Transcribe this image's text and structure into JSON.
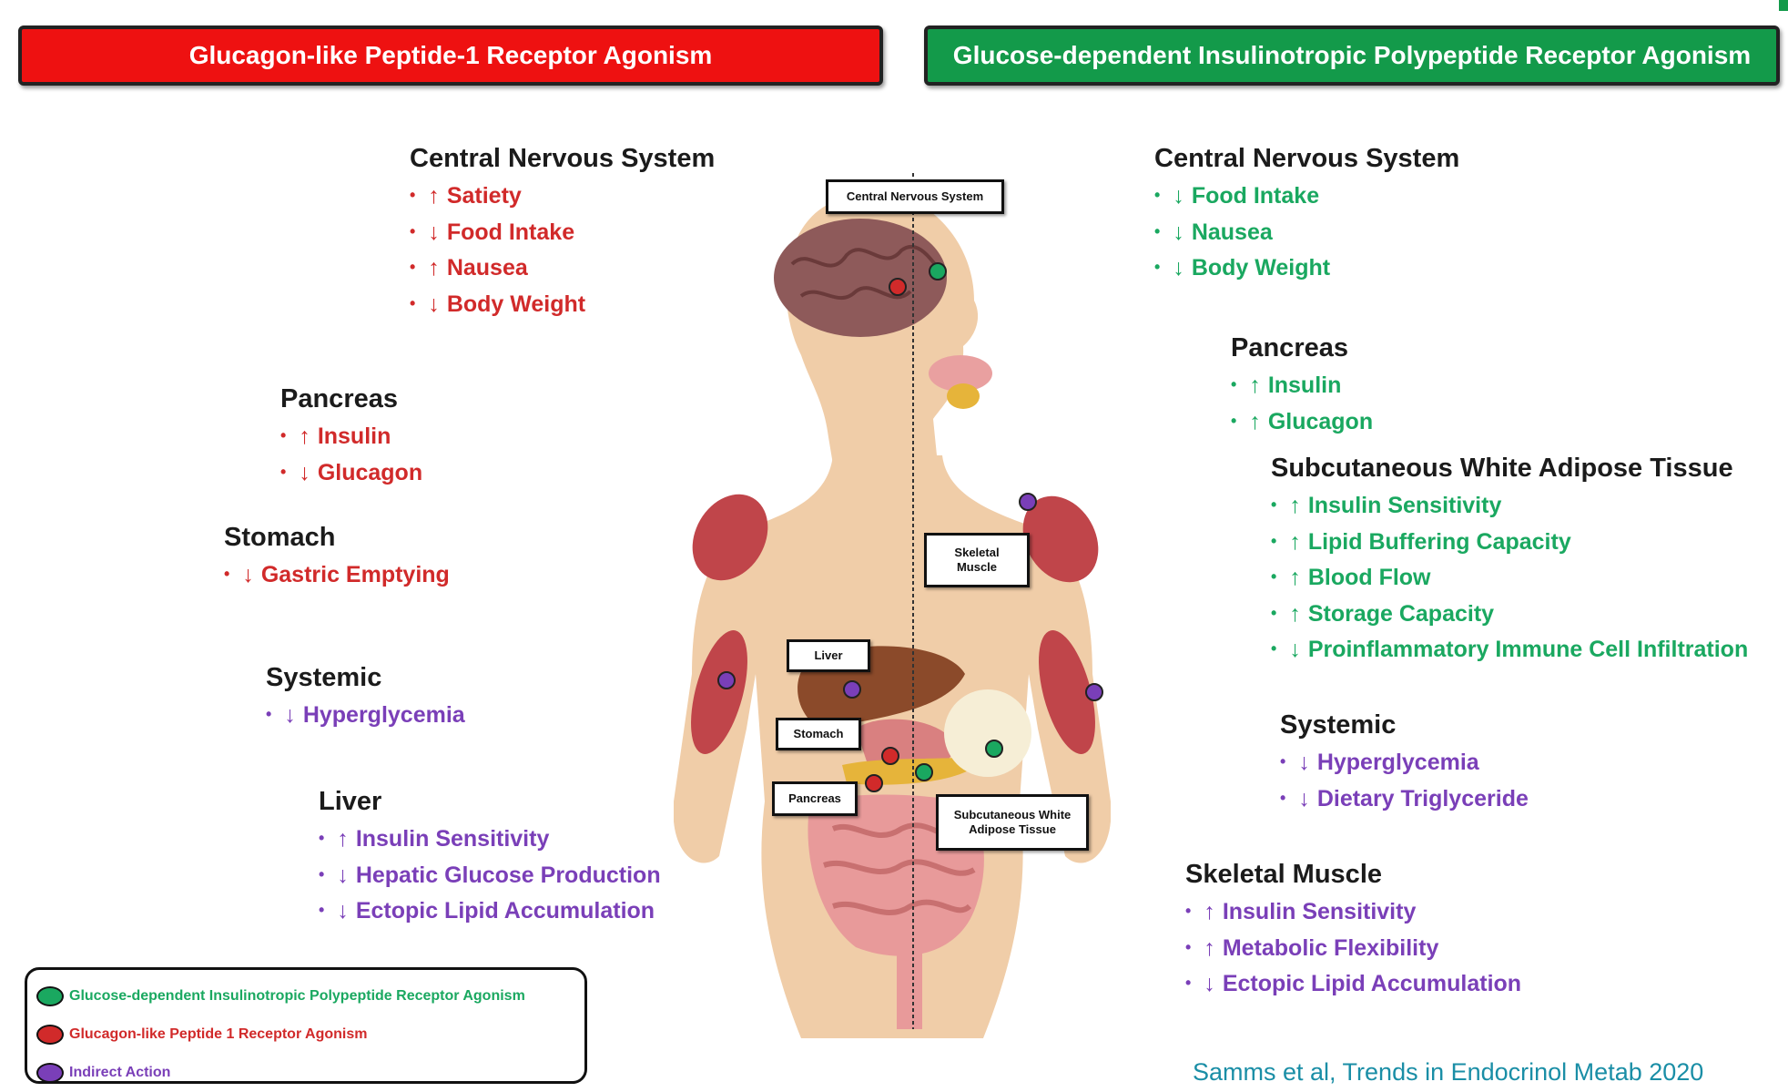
{
  "headers": {
    "left": "Glucagon-like Peptide-1 Receptor Agonism",
    "right": "Glucose-dependent Insulinotropic Polypeptide Receptor Agonism"
  },
  "left_sections": {
    "cns": {
      "title": "Central Nervous System",
      "items": [
        {
          "arrow": "↑",
          "text": "Satiety"
        },
        {
          "arrow": "↓",
          "text": "Food Intake"
        },
        {
          "arrow": "↑",
          "text": "Nausea"
        },
        {
          "arrow": "↓",
          "text": "Body Weight"
        }
      ]
    },
    "pancreas": {
      "title": "Pancreas",
      "items": [
        {
          "arrow": "↑",
          "text": "Insulin"
        },
        {
          "arrow": "↓",
          "text": "Glucagon"
        }
      ]
    },
    "stomach": {
      "title": "Stomach",
      "items": [
        {
          "arrow": "↓",
          "text": "Gastric Emptying"
        }
      ]
    },
    "systemic": {
      "title": "Systemic",
      "items": [
        {
          "arrow": "↓",
          "text": "Hyperglycemia"
        }
      ]
    },
    "liver": {
      "title": "Liver",
      "items": [
        {
          "arrow": "↑",
          "text": "Insulin Sensitivity"
        },
        {
          "arrow": "↓",
          "text": "Hepatic Glucose Production"
        },
        {
          "arrow": "↓",
          "text": "Ectopic Lipid Accumulation"
        }
      ]
    }
  },
  "right_sections": {
    "cns": {
      "title": "Central Nervous System",
      "items": [
        {
          "arrow": "↓",
          "text": "Food Intake"
        },
        {
          "arrow": "↓",
          "text": "Nausea"
        },
        {
          "arrow": "↓",
          "text": "Body Weight"
        }
      ]
    },
    "pancreas": {
      "title": "Pancreas",
      "items": [
        {
          "arrow": "↑",
          "text": "Insulin"
        },
        {
          "arrow": "↑",
          "text": "Glucagon"
        }
      ]
    },
    "swat": {
      "title": "Subcutaneous White Adipose Tissue",
      "items": [
        {
          "arrow": "↑",
          "text": "Insulin Sensitivity"
        },
        {
          "arrow": "↑",
          "text": "Lipid Buffering Capacity"
        },
        {
          "arrow": "↑",
          "text": "Blood Flow"
        },
        {
          "arrow": "↑",
          "text": "Storage Capacity"
        },
        {
          "arrow": "↓",
          "text": "Proinflammatory Immune Cell Infiltration"
        }
      ]
    },
    "systemic": {
      "title": "Systemic",
      "items": [
        {
          "arrow": "↓",
          "text": "Hyperglycemia"
        },
        {
          "arrow": "↓",
          "text": "Dietary Triglyceride"
        }
      ]
    },
    "skeletal": {
      "title": "Skeletal Muscle",
      "items": [
        {
          "arrow": "↑",
          "text": "Insulin Sensitivity"
        },
        {
          "arrow": "↑",
          "text": "Metabolic Flexibility"
        },
        {
          "arrow": "↓",
          "text": "Ectopic Lipid Accumulation"
        }
      ]
    }
  },
  "body_labels": {
    "cns": "Central Nervous System",
    "skeletal_muscle": "Skeletal Muscle",
    "liver": "Liver",
    "stomach": "Stomach",
    "pancreas": "Pancreas",
    "swat": "Subcutaneous White Adipose Tissue"
  },
  "legend": {
    "gip": "Glucose-dependent Insulinotropic Polypeptide Receptor Agonism",
    "glp1": "Glucagon-like Peptide 1 Receptor Agonism",
    "indirect": "Indirect Action"
  },
  "colors": {
    "glp1": "#d12a2a",
    "gip": "#1aa860",
    "indirect": "#7a3fb8"
  },
  "citation": "Samms et al, Trends in Endocrinol Metab 2020"
}
